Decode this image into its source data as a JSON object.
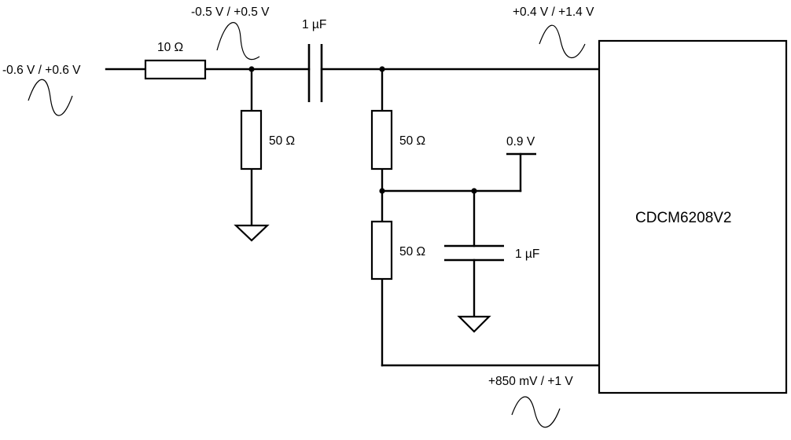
{
  "signals": {
    "input": "-0.6 V / +0.6 V",
    "after_series_resistor": "-0.5 V / +0.5 V",
    "ic_input": "+0.4 V / +1.4 V",
    "ic_output": "+850 mV / +1 V"
  },
  "components": {
    "series_resistor": "10 Ω",
    "coupling_capacitor": "1 µF",
    "termination_resistor": "50 Ω",
    "bias_upper_resistor": "50 Ω",
    "bias_lower_resistor": "50 Ω",
    "bypass_capacitor": "1 µF",
    "bias_supply": "0.9 V",
    "ic": "CDCM6208V2"
  }
}
